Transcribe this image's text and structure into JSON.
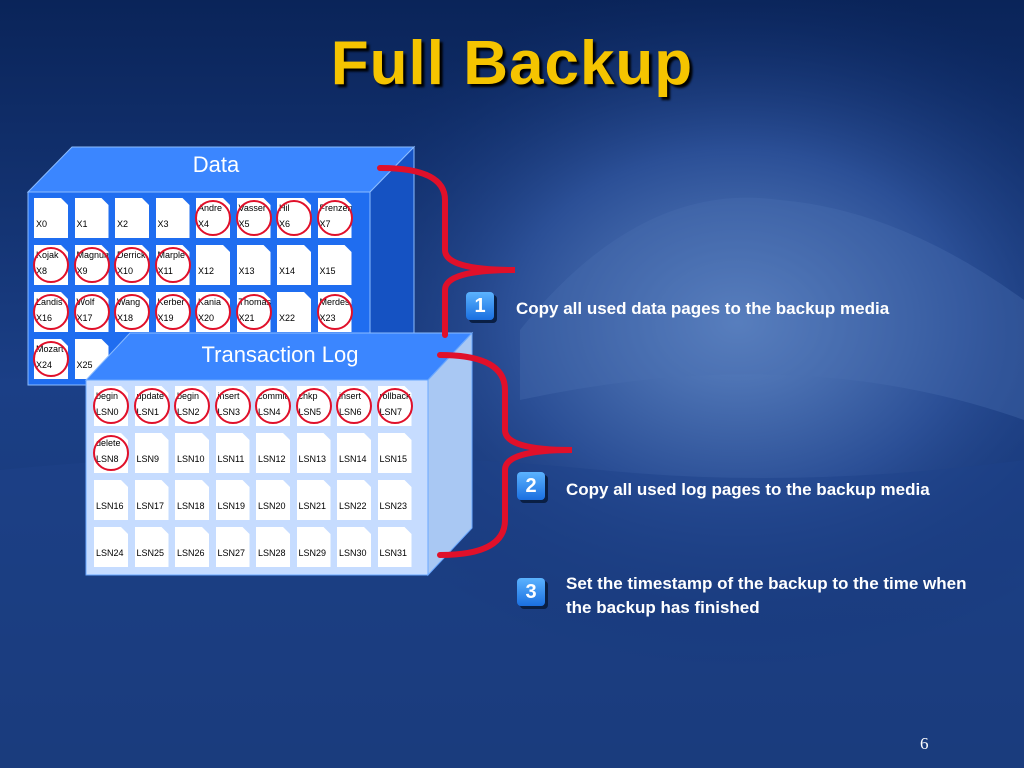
{
  "title": "Full Backup",
  "data_box": {
    "label": "Data",
    "rows": [
      [
        [
          "",
          "X0"
        ],
        [
          "",
          "X1"
        ],
        [
          "",
          "X2"
        ],
        [
          "",
          "X3"
        ],
        [
          "Andre",
          "X4"
        ],
        [
          "Vasser",
          "X5"
        ],
        [
          "Hil",
          "X6"
        ],
        [
          "Frenzen",
          "X7"
        ]
      ],
      [
        [
          "Kojak",
          "X8"
        ],
        [
          "Magnum",
          "X9"
        ],
        [
          "Derrick",
          "X10"
        ],
        [
          "Marple",
          "X11"
        ],
        [
          "",
          "X12"
        ],
        [
          "",
          "X13"
        ],
        [
          "",
          "X14"
        ],
        [
          "",
          "X15"
        ]
      ],
      [
        [
          "Landis",
          "X16"
        ],
        [
          "Wolf",
          "X17"
        ],
        [
          "Wang",
          "X18"
        ],
        [
          "Kerber",
          "X19"
        ],
        [
          "Kania",
          "X20"
        ],
        [
          "Thomas",
          "X21"
        ],
        [
          "",
          "X22"
        ],
        [
          "Merdes",
          "X23"
        ]
      ],
      [
        [
          "Mozart",
          "X24"
        ],
        [
          "",
          "X25"
        ]
      ]
    ]
  },
  "log_box": {
    "label": "Transaction Log",
    "rows": [
      [
        [
          "begin",
          "LSN0"
        ],
        [
          "update",
          "LSN1"
        ],
        [
          "begin",
          "LSN2"
        ],
        [
          "insert",
          "LSN3"
        ],
        [
          "commit",
          "LSN4"
        ],
        [
          "chkp",
          "LSN5"
        ],
        [
          "insert",
          "LSN6"
        ],
        [
          "rollback",
          "LSN7"
        ]
      ],
      [
        [
          "delete",
          "LSN8"
        ],
        [
          "",
          "LSN9"
        ],
        [
          "",
          "LSN10"
        ],
        [
          "",
          "LSN11"
        ],
        [
          "",
          "LSN12"
        ],
        [
          "",
          "LSN13"
        ],
        [
          "",
          "LSN14"
        ],
        [
          "",
          "LSN15"
        ]
      ],
      [
        [
          "",
          "LSN16"
        ],
        [
          "",
          "LSN17"
        ],
        [
          "",
          "LSN18"
        ],
        [
          "",
          "LSN19"
        ],
        [
          "",
          "LSN20"
        ],
        [
          "",
          "LSN21"
        ],
        [
          "",
          "LSN22"
        ],
        [
          "",
          "LSN23"
        ]
      ],
      [
        [
          "",
          "LSN24"
        ],
        [
          "",
          "LSN25"
        ],
        [
          "",
          "LSN26"
        ],
        [
          "",
          "LSN27"
        ],
        [
          "",
          "LSN28"
        ],
        [
          "",
          "LSN29"
        ],
        [
          "",
          "LSN30"
        ],
        [
          "",
          "LSN31"
        ]
      ]
    ]
  },
  "steps": [
    {
      "number": "1",
      "text": "Copy all used data pages to the backup media"
    },
    {
      "number": "2",
      "text": "Copy all used log pages to the backup media"
    },
    {
      "number": "3",
      "text": "Set the timestamp of the backup to the time when the backup has finished"
    }
  ],
  "page_number": "6",
  "colors": {
    "title": "#f5c400",
    "brace": "#e0102a",
    "data_box": "#1f6df0",
    "log_box": "#c6dcff"
  }
}
